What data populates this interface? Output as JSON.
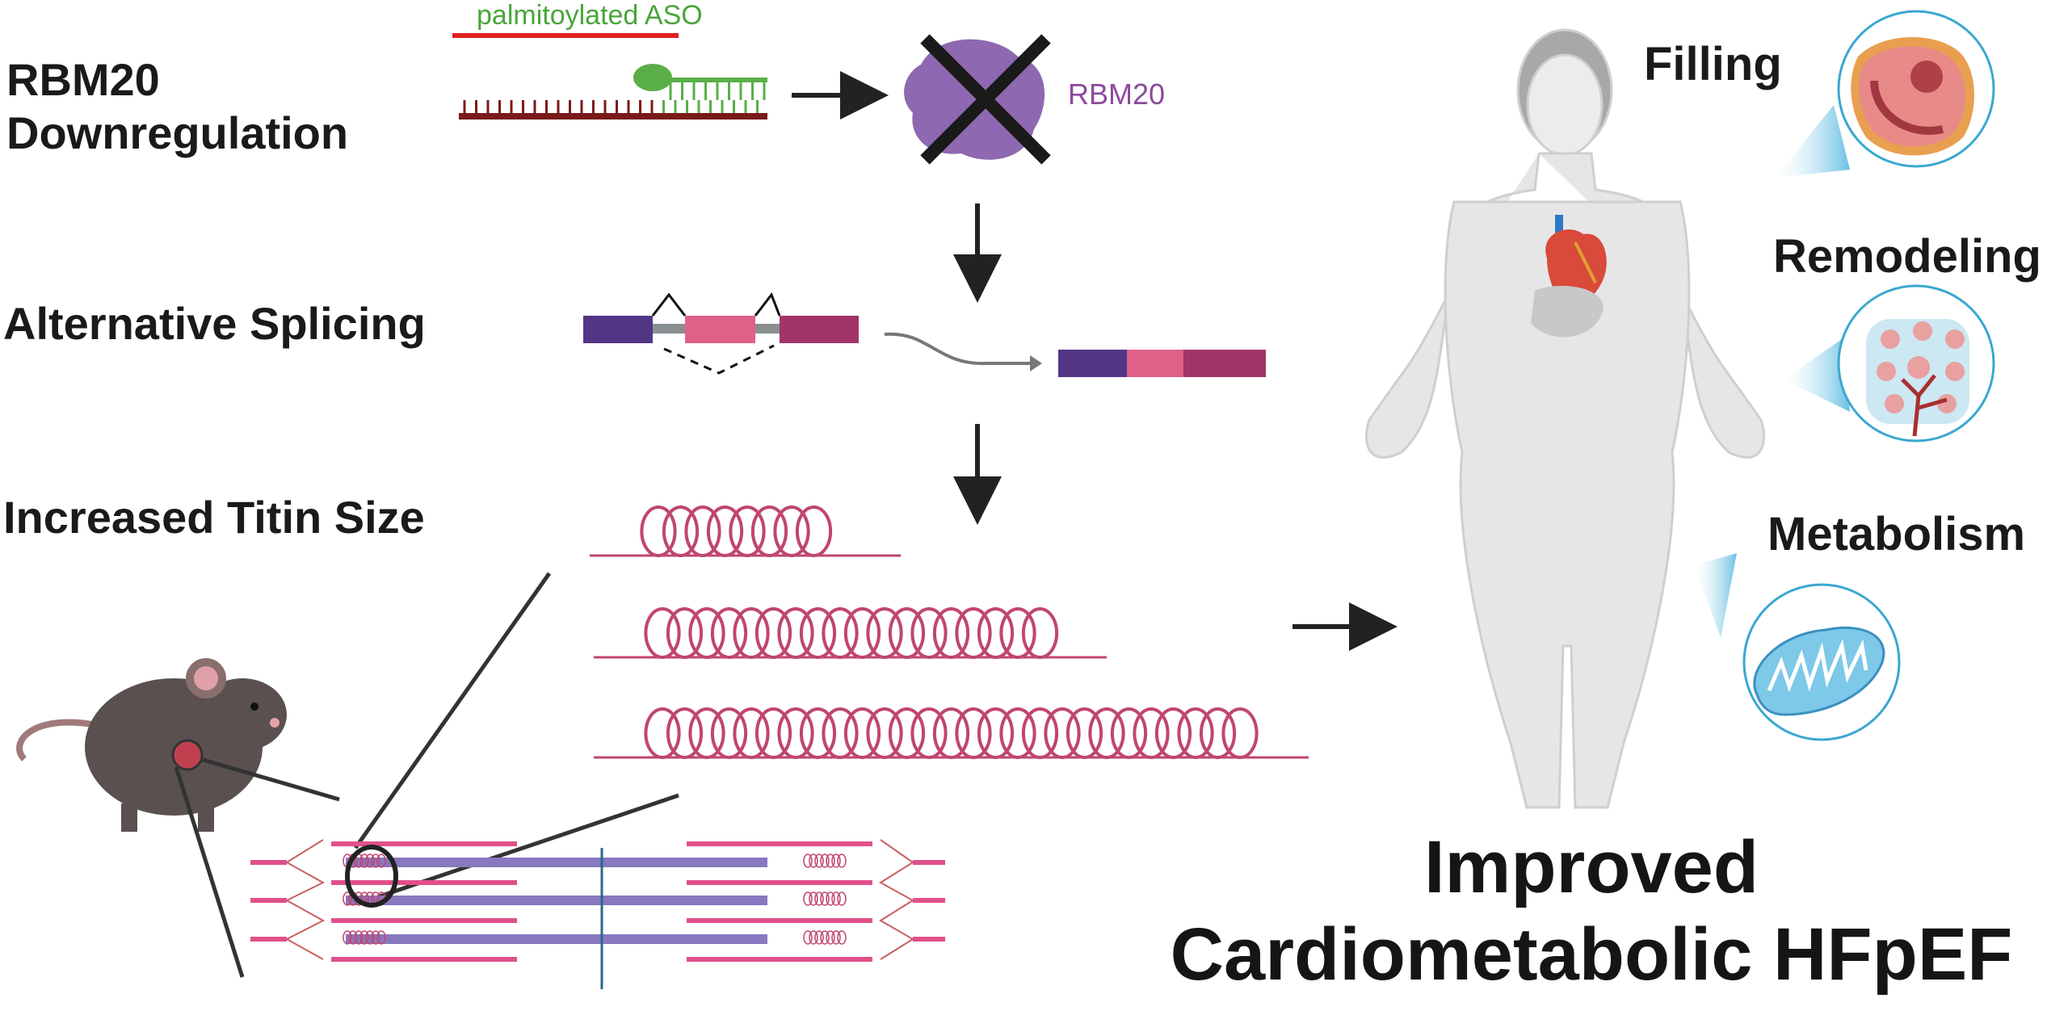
{
  "figure": {
    "title": "RBM20 Downregulation to Improved Cardiometabolic HFpEF",
    "steps": [
      {
        "id": "downregulation",
        "label_line1": "RBM20",
        "label_line2": "Downregulation"
      },
      {
        "id": "splicing",
        "label": "Alternative Splicing"
      },
      {
        "id": "titin",
        "label": "Increased Titin Size"
      }
    ],
    "aso_label": "palmitoylated ASO",
    "protein_label": "RBM20",
    "outcomes": [
      {
        "label": "Filling"
      },
      {
        "label": "Remodeling"
      },
      {
        "label": "Metabolism"
      }
    ],
    "conclusion_line1": "Improved",
    "conclusion_line2": "Cardiometabolic HFpEF",
    "titin_coils": [
      8,
      18,
      27
    ],
    "colors": {
      "exon1": "#533585",
      "exon2": "#e06088",
      "exon3": "#a23468",
      "titin": "#c0466e",
      "aso": "#5aae48",
      "rna": "#7a1a1a",
      "rbm20": "#8e68b0",
      "actin": "#e0508a",
      "myosin": "#8878c0",
      "circle": "#3aa8d0"
    }
  }
}
